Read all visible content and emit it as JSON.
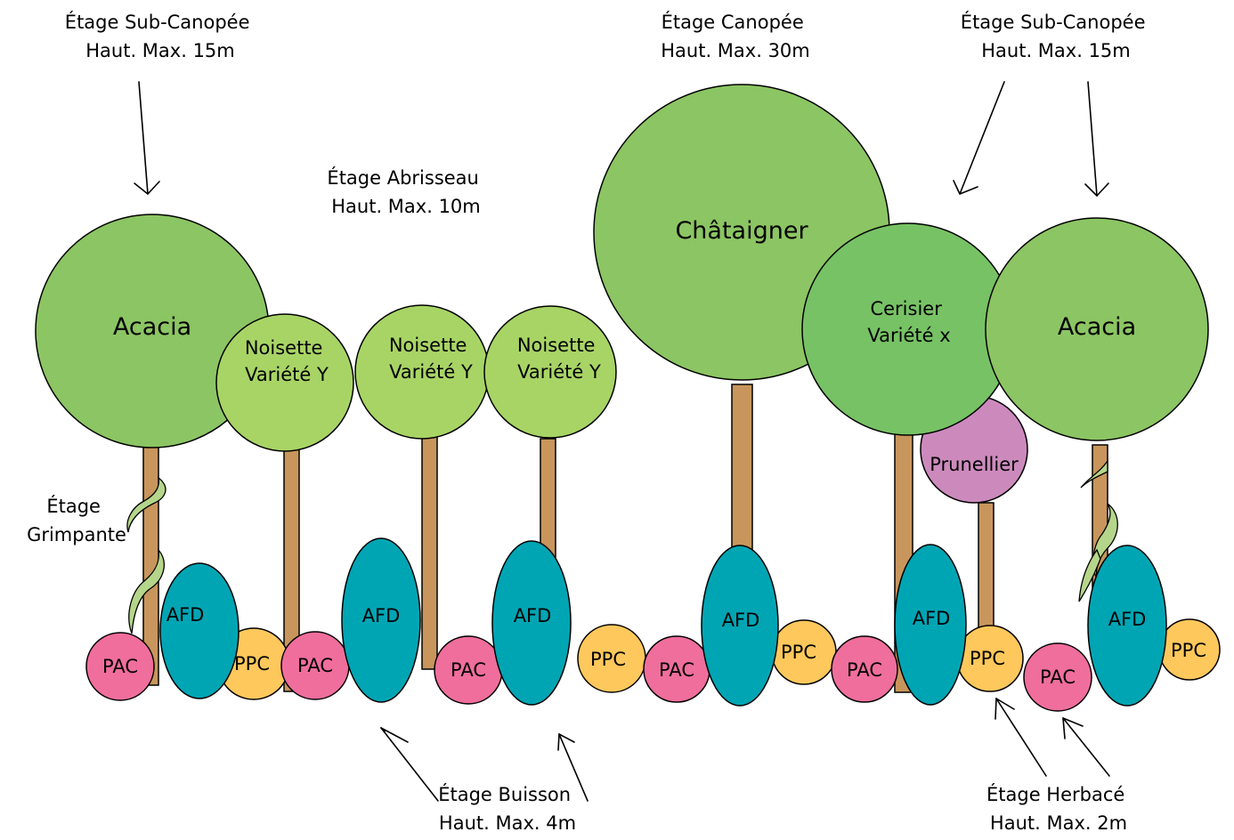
{
  "labels": {
    "subcanopy_left": [
      "Étage Sub-Canopée",
      "Haut. Max. 15m"
    ],
    "canopy": [
      "Étage Canopée",
      "Haut. Max. 30m"
    ],
    "subcanopy_right": [
      "Étage Sub-Canopée",
      "Haut. Max. 15m"
    ],
    "shrub": [
      "Étage Abrisseau",
      "Haut. Max. 10m"
    ],
    "climber": [
      "Étage",
      "Grimpante"
    ],
    "bush": [
      "Étage Buisson",
      "Haut. Max. 4m"
    ],
    "herb": [
      "Étage Herbacé",
      "Haut. Max. 2m"
    ]
  },
  "trees": {
    "acacia_left": [
      "Acacia"
    ],
    "noisette_1": [
      "Noisette",
      "Variété Y"
    ],
    "noisette_2": [
      "Noisette",
      "Variété Y"
    ],
    "noisette_3": [
      "Noisette",
      "Variété Y"
    ],
    "chataigner": [
      "Châtaigner"
    ],
    "cerisier": [
      "Cerisier",
      "Variété x"
    ],
    "acacia_right": [
      "Acacia"
    ],
    "prunellier": [
      "Prunellier"
    ]
  },
  "ground": {
    "afd": "AFD",
    "pac": "PAC",
    "ppc": "PPC"
  },
  "colors": {
    "canopy_green": "#8cc563",
    "cerisier_green": "#77c265",
    "noisette_green": "#a8d465",
    "trunk": "#c8965c",
    "afd_teal": "#00a5b4",
    "pac_pink": "#f06e9c",
    "ppc_yellow": "#ffc85c",
    "prunellier_purple": "#cc8abc",
    "vine_green": "#b5d68a"
  }
}
